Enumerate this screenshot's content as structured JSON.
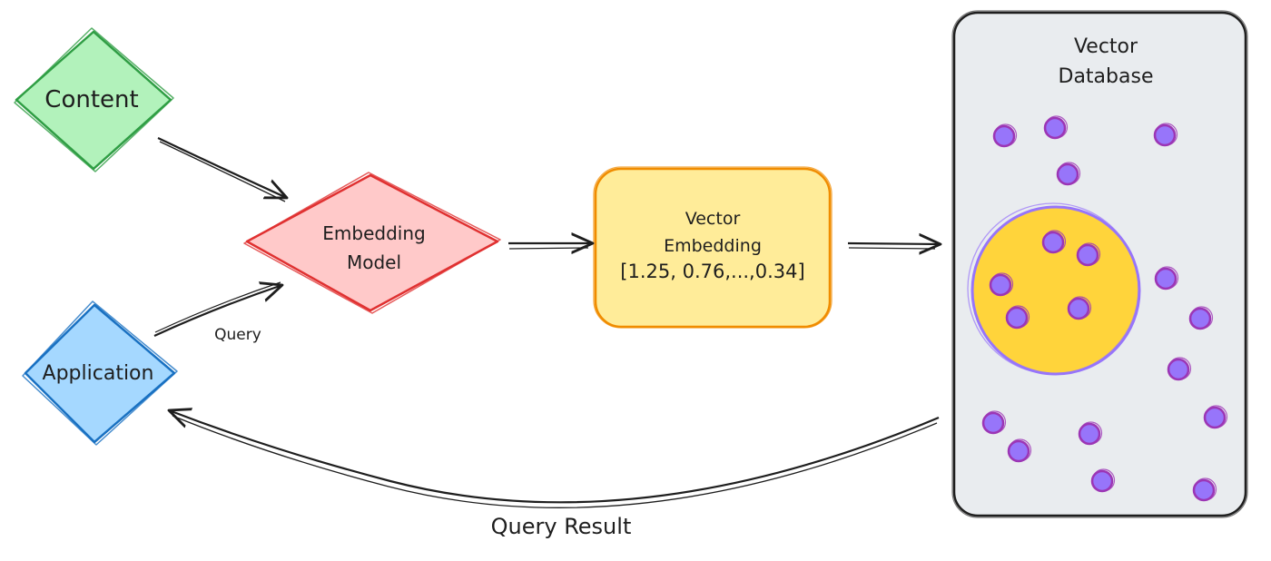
{
  "nodes": {
    "content": {
      "label": "Content",
      "fill": "#b2f2bb",
      "stroke": "#2f9e44"
    },
    "application": {
      "label": "Application",
      "fill": "#a5d8ff",
      "stroke": "#1971c2"
    },
    "embedding_model": {
      "line1": "Embedding",
      "line2": "Model",
      "fill": "#ffc9c9",
      "stroke": "#e03131"
    },
    "vector_embedding": {
      "line1": "Vector",
      "line2": "Embedding",
      "line3": "[1.25, 0.76,...,0.34]",
      "fill": "#ffec99",
      "stroke": "#f08c00"
    },
    "vector_database": {
      "line1": "Vector",
      "line2": "Database",
      "fill": "#e9ecef",
      "stroke": "#1e1e1e"
    }
  },
  "edges": {
    "query_label": "Query",
    "query_result_label": "Query Result"
  },
  "colors": {
    "vector_dot": "#9775fa",
    "vector_dot_stroke": "#9c36b5",
    "match_cluster": "#ffd43b",
    "match_cluster_stroke": "#9775fa",
    "arrow": "#1e1e1e"
  }
}
